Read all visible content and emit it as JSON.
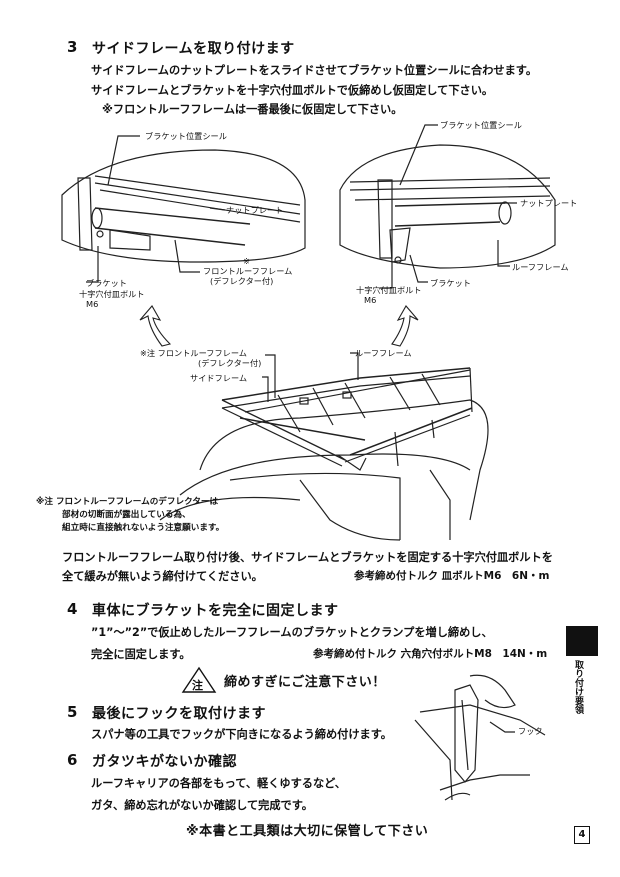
{
  "step3": {
    "num": "3",
    "title": "サイドフレームを取り付けます",
    "line1": "サイドフレームのナットプレートをスライドさせてブラケット位置シールに合わせます。",
    "line2": "サイドフレームとブラケットを十字穴付皿ボルトで仮締めし仮固定して下さい。",
    "note": "※フロントルーフフレームは一番最後に仮固定して下さい。"
  },
  "left_detail": {
    "bracket_seal": "ブラケット位置シール",
    "nut_plate": "ナットプレート",
    "bracket": "ブラケット",
    "bolt": "十字穴付皿ボルト",
    "bolt_size": "M6",
    "asterisk": "※",
    "front_frame": "フロントルーフフレーム",
    "deflector": "(デフレクター付)"
  },
  "right_detail": {
    "bracket_seal": "ブラケット位置シール",
    "nut_plate": "ナットプレート",
    "roof_frame": "ルーフフレーム",
    "bracket": "ブラケット",
    "bolt": "十字穴付皿ボルト",
    "bolt_size": "M6"
  },
  "main_fig": {
    "front_frame": "※注 フロントルーフフレーム",
    "deflector": "(デフレクター付)",
    "side_frame": "サイドフレーム",
    "roof_frame": "ルーフフレーム"
  },
  "footnote": {
    "line1": "※注 フロントルーフフレームのデフレクターは",
    "line2": "部材の切断面が露出している為、",
    "line3": "組立時に直接触れないよう注意願います。"
  },
  "after_front": {
    "line1": "フロントルーフフレーム取り付け後、サイドフレームとブラケットを固定する十字穴付皿ボルトを",
    "line2": "全て緩みが無いよう締付けてください。",
    "torque": "参考締め付トルク 皿ボルトM6　6N・m"
  },
  "step4": {
    "num": "4",
    "title": "車体にブラケットを完全に固定します",
    "line1": "”1”～”2”で仮止めしたルーフフレームのブラケットとクランプを増し締めし、",
    "line2": "完全に固定します。",
    "torque": "参考締め付トルク 六角穴付ボルトM8　14N・m"
  },
  "caution": {
    "mark": "注",
    "text": "締めすぎにご注意下さい！"
  },
  "step5": {
    "num": "5",
    "title": "最後にフックを取付けます",
    "line1": "スパナ等の工具でフックが下向きになるよう締め付けます。",
    "hook": "フック"
  },
  "step6": {
    "num": "6",
    "title": "ガタツキがないか確認",
    "line1": "ルーフキャリアの各部をもって、軽くゆするなど、",
    "line2": "ガタ、締め忘れがないか確認して完成です。"
  },
  "closing": "※本書と工具類は大切に保管して下さい",
  "side_tab": "取り付け要領",
  "page_number": "4"
}
